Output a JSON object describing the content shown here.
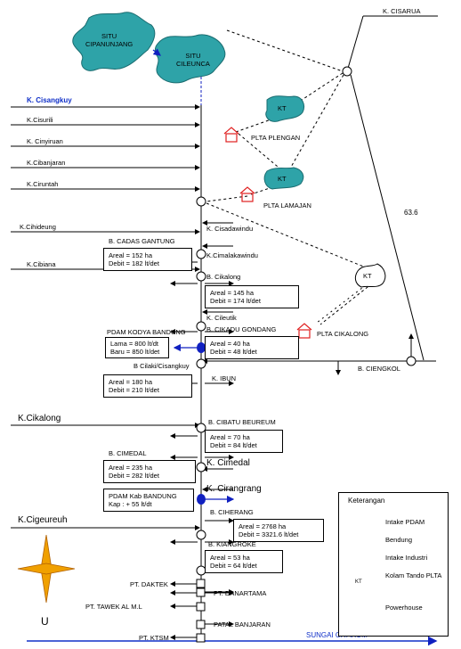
{
  "lakes": {
    "situ_cipanunjang": [
      "SITU",
      "CIPANUNJANG"
    ],
    "situ_cileunca": [
      "SITU",
      "CILEUNCA"
    ]
  },
  "rivers": {
    "cisangkuy": "K. Cisangkuy",
    "cisurili": "K.Cisurili",
    "cinyiruan": "K. Cinyiruan",
    "cibanjaran": "K.Cibanjaran",
    "ciruntah": "K.Ciruntah",
    "cihideung": "K.Cihideung",
    "cisadawindu": "K. Cisadawindu",
    "cimalakawindu": "K.Cimalakawindu",
    "cibiana": "K.Cibiana",
    "cileutik": "K. Cileutik",
    "ibun": "K. IBUN",
    "cikalong": "K.Cikalong",
    "cimedal": "K. Cimedal",
    "cirangrang": "K. Cirangrang",
    "cigeureuh": "K.Cigeureuh",
    "cisarua": "K. CISARUA",
    "citarum": "SUNGAI CITARUM"
  },
  "plta": {
    "plengan": "PLTA PLENGAN",
    "lamajan": "PLTA  LAMAJAN",
    "cikalong": "PLTA CIKALONG"
  },
  "kt_label": "KT",
  "loose_value": "63.6",
  "weirs": {
    "cadas_gantung": "B. CADAS GANTUNG",
    "cikalong": "B. Cikalong",
    "cikadu_gondang": "B. CIKADU GONDANG",
    "cilaki": "B Cilaki/Cisangkuy",
    "cibatu_beureum": "B. CIBATU BEUREUM",
    "cimedal": "B. CIMEDAL",
    "ciherang": "B. CIHERANG",
    "kiangroke": "B. KIANGROKE",
    "ciengkol": "B. CIENGKOL"
  },
  "pdam": {
    "kodya": "PDAM KODYA BANDUNG",
    "kab": "PDAM Kab BANDUNG"
  },
  "boxes": {
    "cadas": [
      "Areal = 152 ha",
      "Debit  =  182    lt/det"
    ],
    "cikalong": [
      "Areal = 145 ha",
      "Debit = 174     lt/det"
    ],
    "cikadu": [
      "Areal = 40 ha",
      "Debit  =  48      lt/det"
    ],
    "pdam_kodya": [
      "Lama = 800 lt/dt",
      "Baru  = 850 lt/det"
    ],
    "cilaki": [
      "Areal = 180 ha",
      "Debit = 210   lt/det"
    ],
    "cibatu": [
      "Areal = 70    ha",
      "Debit  =  84   lt/det"
    ],
    "cimedal": [
      "Areal = 235 ha",
      "Debit  =  282 lt/det"
    ],
    "pdam_kab": [
      "PDAM Kab BANDUNG",
      "Kap : + 55 lt/dt"
    ],
    "ciherang": [
      "Areal = 2768 ha",
      "Debit  =  3321.6 lt/det"
    ],
    "kiangroke": [
      "Areal = 53  ha",
      "Debit  =  64  lt/det"
    ]
  },
  "industries": {
    "daktek": "PT. DAKTEK",
    "danartama": "PT. DANARTAMA",
    "tawek": "PT. TAWEK AL M.L",
    "patal": "PATAL BANJARAN",
    "ktsm": "PT. KTSM"
  },
  "north_label": "U",
  "legend": {
    "title": "Keterangan",
    "items": [
      "Intake PDAM",
      "Bendung",
      "Intake Industri",
      "Kolam Tando PLTA",
      "Powerhouse"
    ]
  },
  "colors": {
    "lake": "#2ea3a8",
    "pdam": "#1020c0",
    "powerhouse": "#e02020",
    "compass": "#f0a000",
    "citarum": "#1030c8"
  }
}
